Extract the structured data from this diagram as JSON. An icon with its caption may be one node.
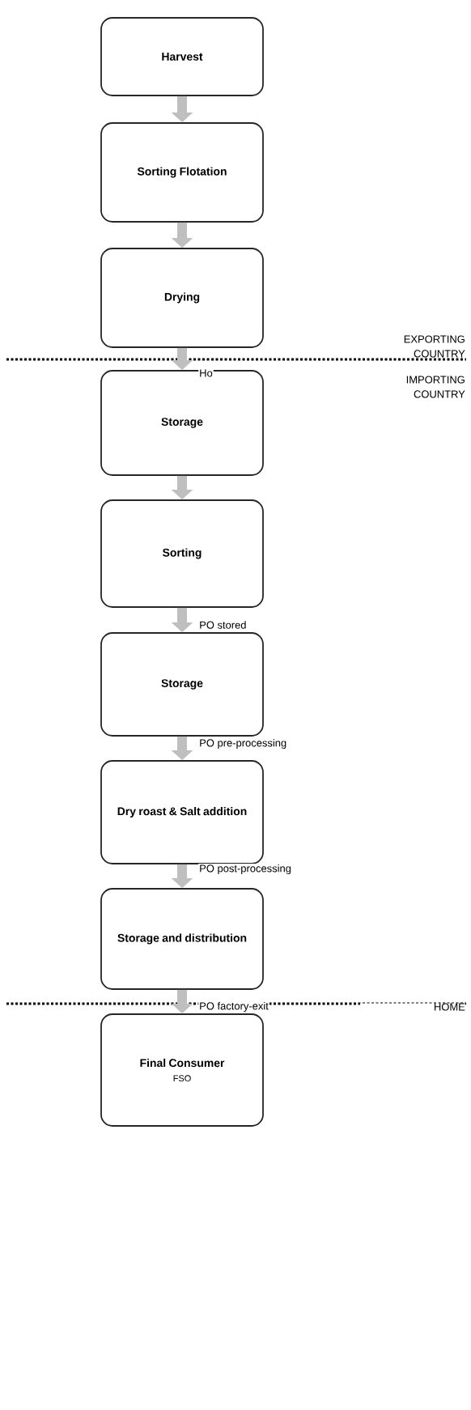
{
  "diagram": {
    "nodes": [
      {
        "text": [
          "Harvest"
        ]
      },
      {
        "text": [
          "Sorting Flotation"
        ]
      },
      {
        "text": [
          "Drying"
        ]
      },
      {
        "text": [
          "Storage"
        ]
      },
      {
        "text": [
          "Sorting"
        ]
      },
      {
        "text": [
          "Storage"
        ]
      },
      {
        "text": [
          "Dry roast & Salt addition"
        ]
      },
      {
        "text": [
          "Storage and distribution"
        ]
      },
      {
        "text": [
          "Final Consumer",
          "FSO"
        ]
      }
    ],
    "edges": [
      {
        "from": 0,
        "to": 1,
        "arrow": "to"
      },
      {
        "from": 1,
        "to": 2,
        "arrow": "to"
      },
      {
        "from": 2,
        "to": 3,
        "arrow": "to",
        "label": "Ho"
      },
      {
        "from": 3,
        "to": 4,
        "arrow": "to"
      },
      {
        "from": 4,
        "to": 5,
        "arrow": "to",
        "label": "PO stored"
      },
      {
        "from": 5,
        "to": 6,
        "arrow": "to",
        "label": "PO pre-processing"
      },
      {
        "from": 6,
        "to": 7,
        "arrow": "to",
        "label": "PO post-processing"
      },
      {
        "from": 7,
        "to": 8,
        "arrow": "to",
        "label": "PO factory-exit"
      }
    ],
    "labels": [
      "EXPORTING COUNTRY",
      "IMPORTING COUNTRY",
      "HOME"
    ]
  }
}
